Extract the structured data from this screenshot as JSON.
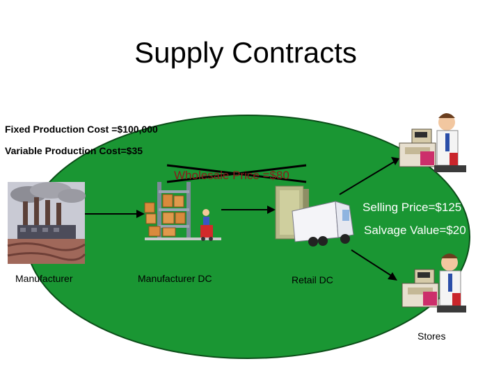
{
  "title": "Supply Contracts",
  "costs": {
    "fixed": "Fixed Production Cost =$100,000",
    "variable": "Variable Production Cost=$35"
  },
  "prices": {
    "wholesale": "Wholesale Price =$80",
    "selling": "Selling Price=$125",
    "salvage": "Salvage Value=$20"
  },
  "nodes": {
    "manufacturer": "Manufacturer",
    "manufacturer_dc": "Manufacturer DC",
    "retail_dc": "Retail DC",
    "stores": "Stores"
  },
  "colors": {
    "ellipse": "#1a9633",
    "ellipse_border": "#0b4d18",
    "wholesale_text": "#8b1a1a",
    "price_text": "#ffffff"
  },
  "icons": [
    "factory-icon",
    "warehouse-icon",
    "delivery-truck-icon",
    "cashier-icon"
  ]
}
